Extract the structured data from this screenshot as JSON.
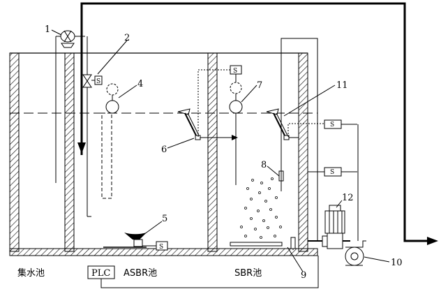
{
  "labels": {
    "n1": "1",
    "n2": "2",
    "n4": "4",
    "n5": "5",
    "n6": "6",
    "n7": "7",
    "n8": "8",
    "n9": "9",
    "n10": "10",
    "n11": "11",
    "n12": "12"
  },
  "tanks": {
    "collection": "集水池",
    "asbr": "ASBR池",
    "sbr": "SBR池"
  },
  "controller": {
    "plc": "PLC"
  },
  "solenoid": {
    "s": "S"
  }
}
